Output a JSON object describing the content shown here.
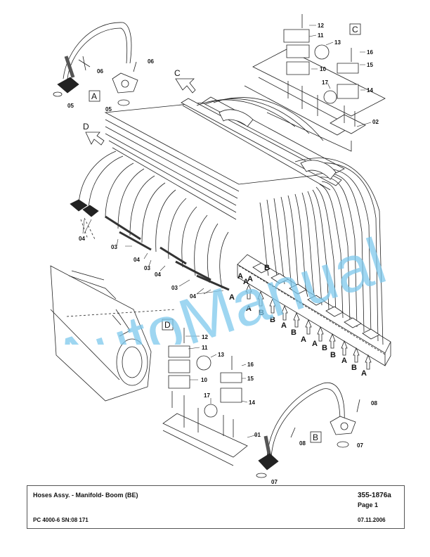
{
  "title_block": {
    "title": "Hoses Assy. - Manifold- Boom (BE)",
    "part_number": "355-1876a",
    "page": "Page 1",
    "machine": "PC 4000-6 SN:08 171",
    "date": "07.11.2006"
  },
  "watermark": {
    "text": "AutoManual",
    "color": "#7ec8ec"
  },
  "detail_labels": {
    "a": "A",
    "b": "B",
    "c": "C",
    "d": "D"
  },
  "view_arrows": {
    "c": "C",
    "d": "D"
  },
  "callouts": {
    "c01": "01",
    "c02": "02",
    "c03a": "03",
    "c03b": "03",
    "c03c": "03",
    "c04a": "04",
    "c04b": "04",
    "c04c": "04",
    "c04d": "04",
    "c05a": "05",
    "c05b": "05",
    "c06a": "06",
    "c06b": "06",
    "c07a": "07",
    "c07b": "07",
    "c08a": "08",
    "c08b": "08",
    "c10a": "10",
    "c10b": "10",
    "c11a": "11",
    "c11b": "11",
    "c12a": "12",
    "c12b": "12",
    "c13a": "13",
    "c13b": "13",
    "c14a": "14",
    "c14b": "14",
    "c15a": "15",
    "c15b": "15",
    "c16a": "16",
    "c16b": "16",
    "c17a": "17",
    "c17b": "17"
  },
  "flow_labels": [
    "A",
    "A",
    "B",
    "B",
    "A",
    "B",
    "A",
    "A",
    "B",
    "B",
    "A",
    "B",
    "A",
    "B",
    "A",
    "A",
    "A"
  ]
}
